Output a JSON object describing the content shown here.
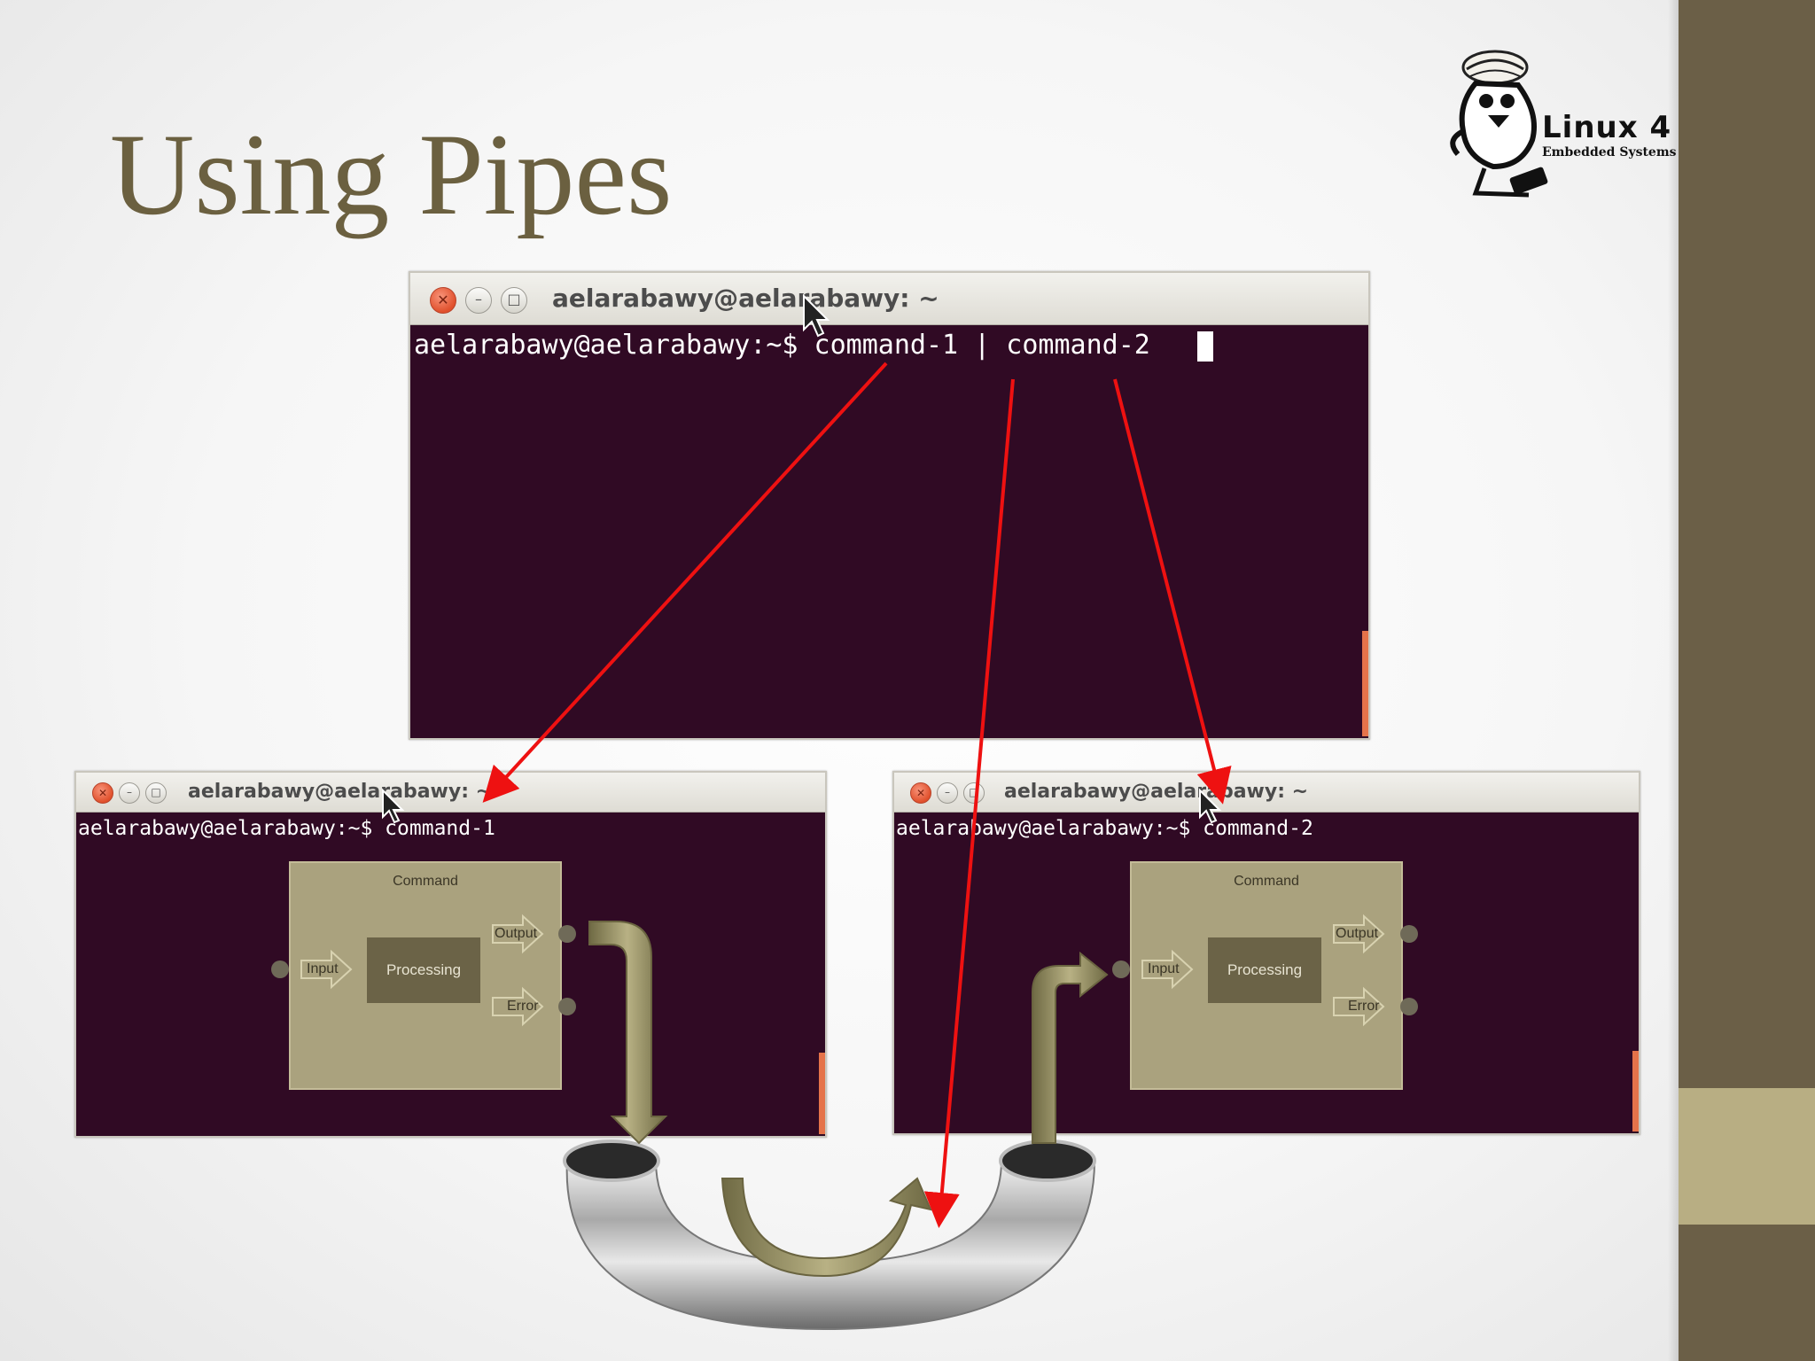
{
  "slide": {
    "title": "Using Pipes"
  },
  "logo": {
    "text": "Linux 4",
    "subtext": "Embedded Systems"
  },
  "terminal_main": {
    "title": "aelarabawy@aelarabawy: ~",
    "prompt": "aelarabawy@aelarabawy:~$ command-1 | command-2"
  },
  "terminal_left": {
    "title": "aelarabawy@aelarabawy: ~",
    "prompt": "aelarabawy@aelarabawy:~$ command-1",
    "box": {
      "title": "Command",
      "input": "Input",
      "processing": "Processing",
      "output": "Output",
      "error": "Error"
    }
  },
  "terminal_right": {
    "title": "aelarabawy@aelarabawy: ~",
    "prompt": "aelarabawy@aelarabawy:~$ command-2",
    "box": {
      "title": "Command",
      "input": "Input",
      "processing": "Processing",
      "output": "Output",
      "error": "Error"
    }
  },
  "window_buttons": {
    "close": "✕",
    "minimize": "–",
    "maximize": "□"
  },
  "colors": {
    "title": "#6b6040",
    "terminal_bg": "#300a24",
    "arrow": "#ee1111",
    "command_box": "#aaa27e",
    "side_band": "#6b5f47"
  }
}
